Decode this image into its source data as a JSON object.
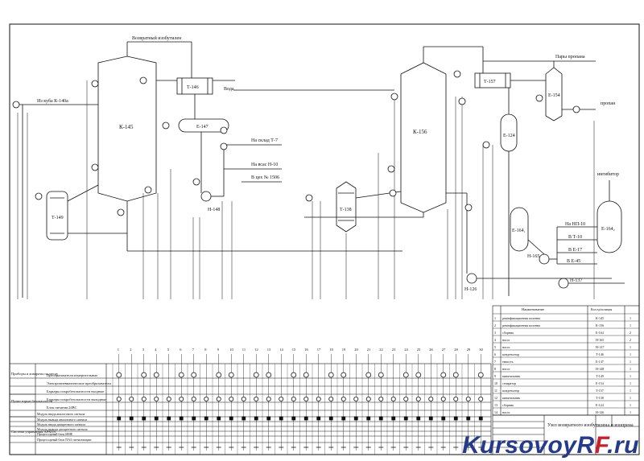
{
  "vessels": {
    "k145": "К-145",
    "k156": "К-156",
    "t146": "Т-146",
    "e147": "Е-147",
    "t149": "Т-149",
    "h148": "Н-148",
    "t138": "Т-138",
    "t157": "Т-157",
    "e154": "Е-154",
    "e124": "Е-124",
    "e164a": "Е-164₁",
    "e164b": "Е-164₂",
    "h165": "Н-165",
    "h126": "Н-126",
    "h137": "Н-137"
  },
  "flow_labels": {
    "return_isobutylene": "Возвратный изобутилен",
    "from_cube": "Из куба К-140а",
    "water": "Вода",
    "to_warehouse": "На склад Т-7",
    "to_suction": "На всас Н-10",
    "to_shop": "В цех № 1506",
    "propane_vapor": "Пары пропана",
    "propane": "пропан",
    "inhibitor": "ингибитор",
    "to_np10": "На НП-10",
    "to_t10": "В Т-10",
    "to_e17": "В Е-17",
    "to_e45": "В Е-45"
  },
  "control_table": {
    "side_groups": [
      "Приборы и аппараты по месту",
      "Пункт взрыв безопасности",
      "Система управления АРКОS"
    ],
    "rows": [
      "Преобразователи измерительные",
      "Электропневматические преобразователи",
      "Барьеры искробезопасности входные",
      "Барьеры искробезопасности выходные",
      "Блок питания 24ВС",
      "Модуль ввода аналогового сигнала",
      "Модуль вывода аналогового сигнала",
      "Модуль ввода дискретного сигнала",
      "Модуль вывода дискретного сигнала",
      "Процессорный блок ИМЕ",
      "Процессорный блок ПАЗ сигнализации"
    ],
    "loop_numbers": [
      "1",
      "2",
      "3",
      "4",
      "5",
      "6",
      "7",
      "8",
      "9",
      "10",
      "11",
      "12",
      "13",
      "14",
      "15",
      "16",
      "17",
      "18",
      "19",
      "20",
      "21",
      "22",
      "23",
      "24",
      "25",
      "26",
      "27",
      "28",
      "29",
      "30"
    ]
  },
  "equipment_list": {
    "headers": [
      "Наименование",
      "Кол.ед/позиция"
    ],
    "rows": [
      {
        "no": "1",
        "name": "ректификационная колонна",
        "pos": "К-145",
        "qty": "1"
      },
      {
        "no": "2",
        "name": "ректификационная колонна",
        "pos": "К-156",
        "qty": "1"
      },
      {
        "no": "3",
        "name": "сборник",
        "pos": "Е-164",
        "qty": "2"
      },
      {
        "no": "4",
        "name": "насос",
        "pos": "Н-165",
        "qty": "2"
      },
      {
        "no": "5",
        "name": "насос",
        "pos": "Н-137",
        "qty": "1"
      },
      {
        "no": "6",
        "name": "конденсатор",
        "pos": "Т-146",
        "qty": "1"
      },
      {
        "no": "7",
        "name": "емкость",
        "pos": "Е-147",
        "qty": "1"
      },
      {
        "no": "8",
        "name": "насос",
        "pos": "Н-148",
        "qty": "1"
      },
      {
        "no": "9",
        "name": "кипятильник",
        "pos": "Т-149",
        "qty": "1"
      },
      {
        "no": "10",
        "name": "сепаратор",
        "pos": "Е-154",
        "qty": "1"
      },
      {
        "no": "11",
        "name": "конденсатор",
        "pos": "Т-157",
        "qty": "1"
      },
      {
        "no": "12",
        "name": "кипятильник",
        "pos": "Т-138",
        "qty": "1"
      },
      {
        "no": "13",
        "name": "сборник",
        "pos": "Е-124",
        "qty": "1"
      },
      {
        "no": "14",
        "name": "насос",
        "pos": "Н-126",
        "qty": "1"
      }
    ]
  },
  "title_block": {
    "title": "Узел возвратного изобутилена и изопрена"
  },
  "watermark": {
    "part1": "KursovoyR",
    "part2": "F",
    "part3": ".ru"
  },
  "colors": {
    "line": "#111111",
    "watermark_blue": "#243a8c",
    "watermark_red": "#c8202a"
  }
}
